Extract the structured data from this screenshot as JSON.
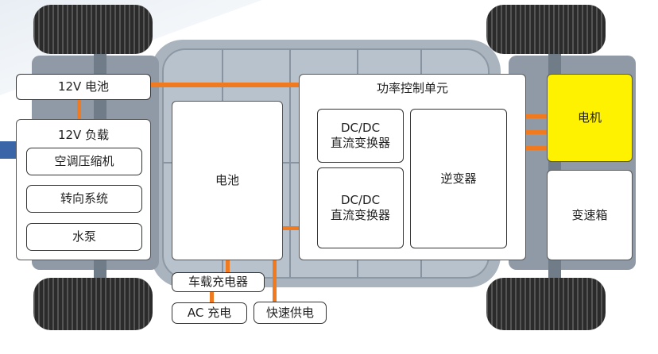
{
  "colors": {
    "wire": "#F07A1F",
    "motor_fill": "#FFF200",
    "accent_stripe": "#3A66A8",
    "chassis": "#9AA6B2",
    "tire": "#2B2B2B"
  },
  "labels": {
    "battery_12v": "12V 电池",
    "load_12v": "12V 负载",
    "ac_compressor": "空调压缩机",
    "steering": "转向系统",
    "water_pump": "水泵",
    "battery": "电池",
    "onboard_charger": "车载充电器",
    "ac_charging": "AC 充电",
    "fast_charging": "快速供电",
    "power_control_unit": "功率控制单元",
    "dcdc_1": "DC/DC\n直流变换器",
    "dcdc_2": "DC/DC\n直流变换器",
    "inverter": "逆变器",
    "motor": "电机",
    "gearbox": "变速箱"
  }
}
